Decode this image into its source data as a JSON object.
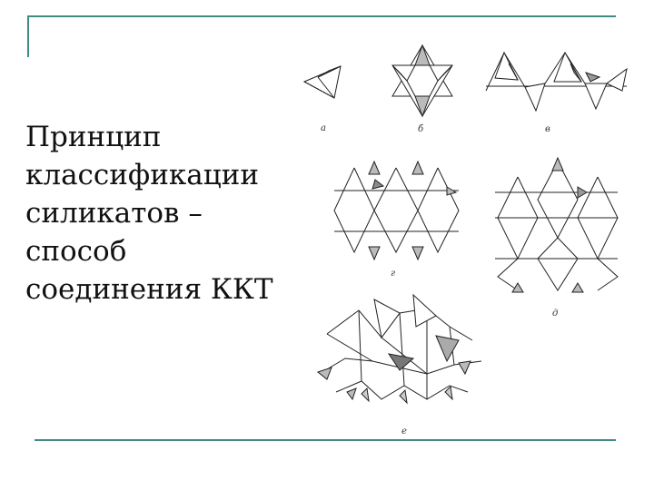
{
  "slide": {
    "title_lines": [
      "Принцип",
      "классификации",
      "силикатов –",
      "способ",
      "соединения ККТ"
    ]
  },
  "figure": {
    "panel_labels": [
      "а",
      "б",
      "в",
      "г",
      "д",
      "е"
    ]
  }
}
